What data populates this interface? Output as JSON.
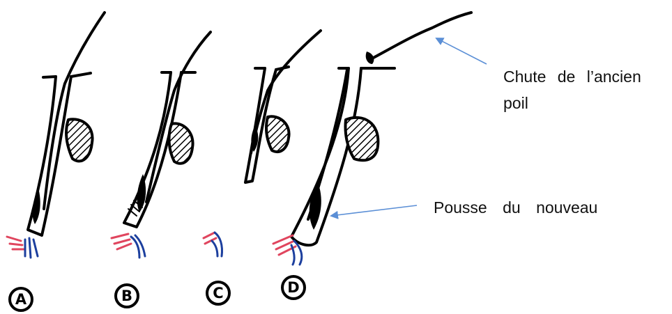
{
  "annotations": {
    "old_hair_fall": {
      "line1": "Chute de l’ancien",
      "line2": "poil"
    },
    "new_hair_growth": {
      "text": "Pousse du nouveau"
    }
  },
  "stages": [
    "A",
    "B",
    "C",
    "D"
  ],
  "colors": {
    "ink": "#000000",
    "arrow": "#5b8fd6",
    "artery": "#e0455e",
    "vein": "#1c3f9e"
  }
}
